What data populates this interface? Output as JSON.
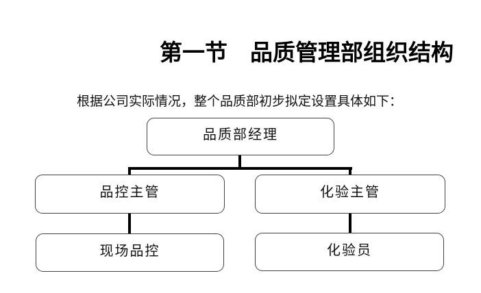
{
  "document": {
    "heading": "第一节　品质管理部组织结构",
    "intro": "根据公司实际情况，整个品质部初步拟定设置具体如下："
  },
  "org_chart": {
    "root": {
      "label": "品质部经理"
    },
    "level2": [
      {
        "label": "品控主管"
      },
      {
        "label": "化验主管"
      }
    ],
    "level3": [
      {
        "label": "现场品控"
      },
      {
        "label": "化验员"
      }
    ],
    "line_color": "#000000",
    "box_border_color": "#404040",
    "background_color": "#ffffff"
  }
}
